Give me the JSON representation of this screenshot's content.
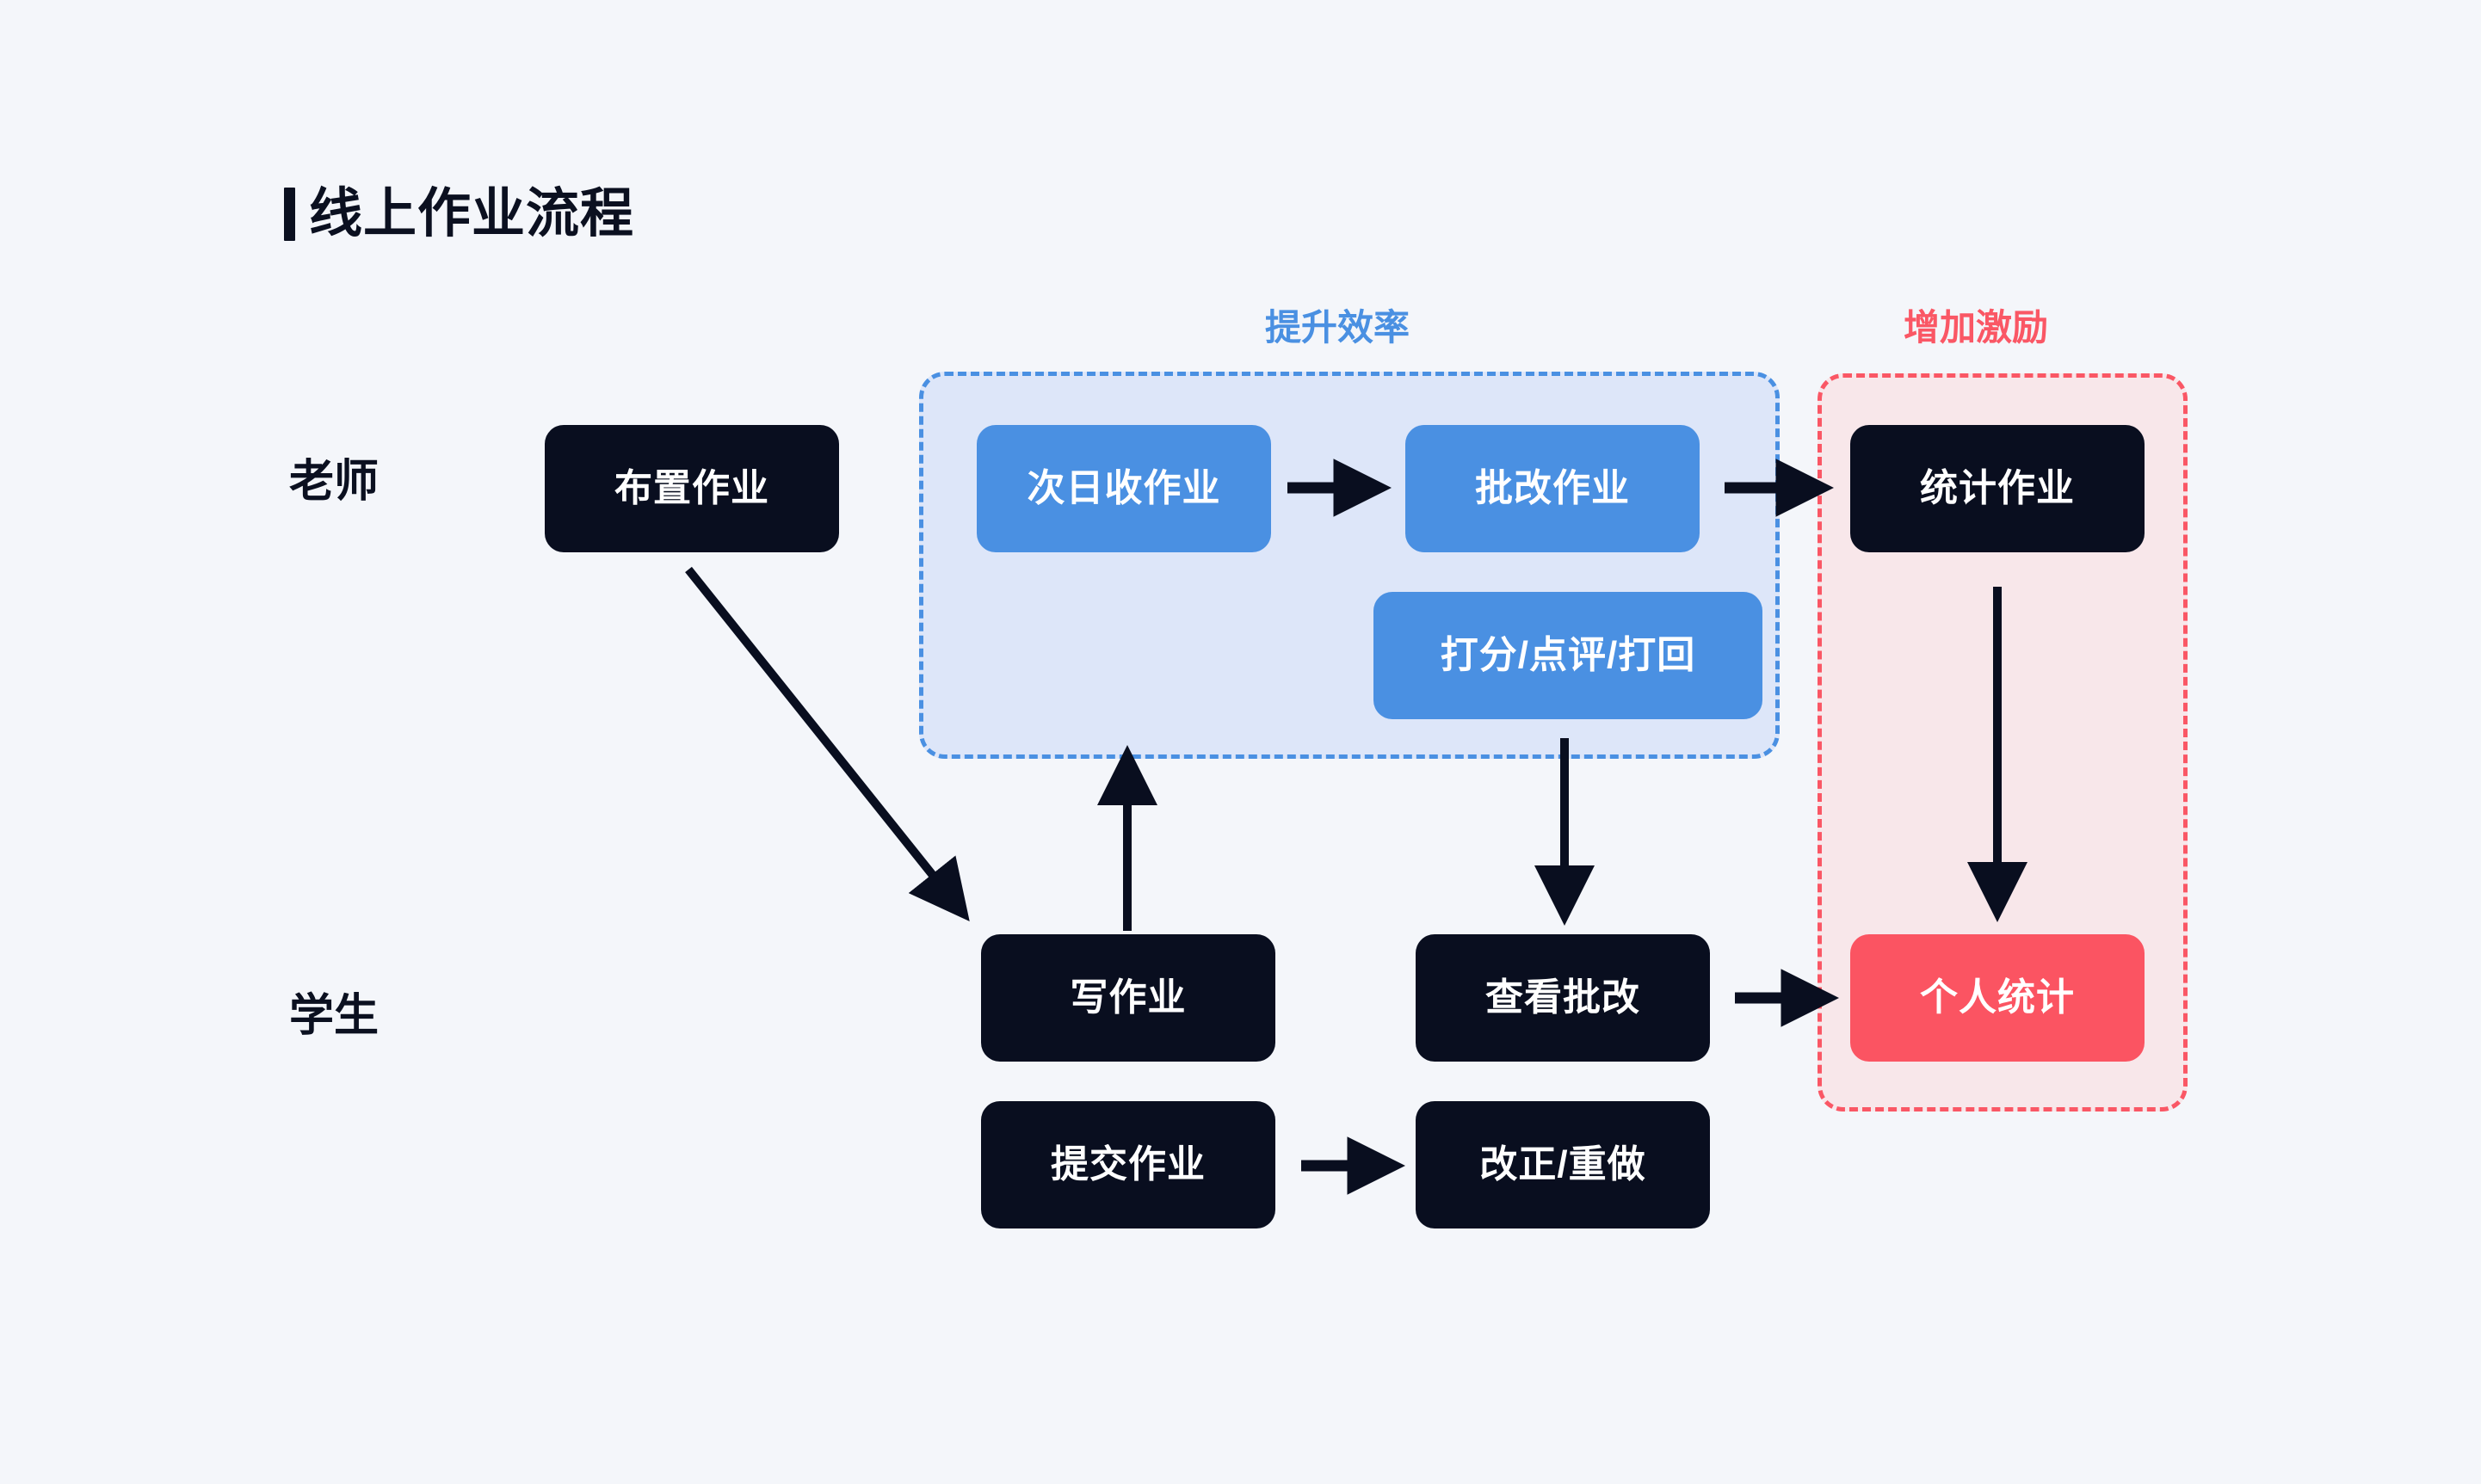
{
  "page": {
    "background_color": "#f4f6fa",
    "title": "线上作业流程"
  },
  "lanes": [
    {
      "id": "teacher",
      "label": "老师"
    },
    {
      "id": "student",
      "label": "学生"
    }
  ],
  "groups": [
    {
      "id": "efficiency",
      "caption": "提升效率",
      "caption_color": "#4a90e2",
      "fill_color": "#dde6f9",
      "border_color": "#4a90e2",
      "border_style": "dashed"
    },
    {
      "id": "incentive",
      "caption": "增加激励",
      "caption_color": "#fa5765",
      "fill_color": "#f8e7ea",
      "border_color": "#fa5765",
      "border_style": "dashed"
    }
  ],
  "nodes": {
    "assign": {
      "label": "布置作业",
      "lane": "teacher",
      "style": "dark",
      "color": "#090e1f"
    },
    "collect": {
      "label": "次日收作业",
      "lane": "teacher",
      "style": "blue",
      "color": "#4a90e2",
      "group": "efficiency"
    },
    "correct": {
      "label": "批改作业",
      "lane": "teacher",
      "style": "blue",
      "color": "#4a90e2",
      "group": "efficiency"
    },
    "score": {
      "label": "打分/点评/打回",
      "lane": "teacher",
      "style": "blue",
      "color": "#4a90e2",
      "group": "efficiency"
    },
    "stats": {
      "label": "统计作业",
      "lane": "teacher",
      "style": "dark",
      "color": "#090e1f",
      "group": "incentive"
    },
    "dohw": {
      "label": "写作业",
      "lane": "student",
      "style": "dark",
      "color": "#090e1f"
    },
    "viewmark": {
      "label": "查看批改",
      "lane": "student",
      "style": "dark",
      "color": "#090e1f"
    },
    "personal": {
      "label": "个人统计",
      "lane": "student",
      "style": "red",
      "color": "#fb5462",
      "group": "incentive"
    },
    "submit": {
      "label": "提交作业",
      "lane": "student",
      "style": "dark",
      "color": "#090e1f"
    },
    "redo": {
      "label": "改正/重做",
      "lane": "student",
      "style": "dark",
      "color": "#090e1f"
    }
  },
  "edges": [
    {
      "from": "assign",
      "to": "dohw",
      "direction": "diagonal-down-right"
    },
    {
      "from": "dohw",
      "to": "collect",
      "direction": "up"
    },
    {
      "from": "collect",
      "to": "correct",
      "direction": "right"
    },
    {
      "from": "correct",
      "to": "stats",
      "direction": "right"
    },
    {
      "from": "score",
      "to": "viewmark",
      "direction": "down"
    },
    {
      "from": "stats",
      "to": "personal",
      "direction": "down"
    },
    {
      "from": "viewmark",
      "to": "personal",
      "direction": "right"
    },
    {
      "from": "submit",
      "to": "redo",
      "direction": "right"
    }
  ],
  "arrow_color": "#090e1f"
}
